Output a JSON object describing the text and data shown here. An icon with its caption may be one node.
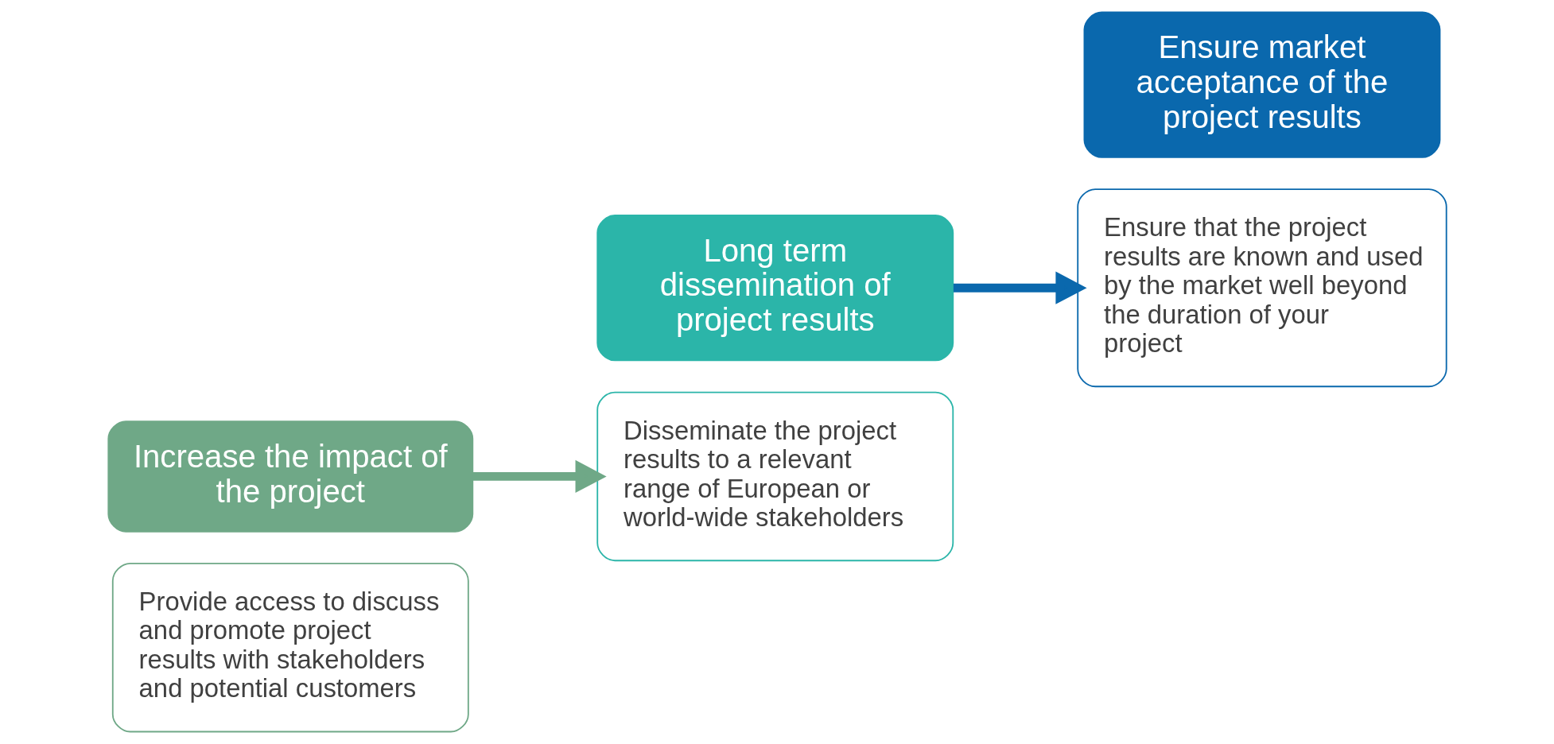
{
  "diagram": {
    "nodes": [
      {
        "text": [
          "Provide access to discuss and promote project results with stakeholders and potential customers"
        ]
      },
      {
        "text": [
          "Increase the impact of the project"
        ]
      },
      {
        "text": [
          "Disseminate the project results to a relevant range of European or world-wide stakeholders"
        ]
      },
      {
        "text": [
          "Long term dissemination of project results"
        ]
      },
      {
        "text": [
          "Ensure that the project results are known and used by the market well beyond the duration of your project"
        ]
      },
      {
        "text": [
          "Ensure market acceptance of the project results"
        ]
      }
    ],
    "edges": [
      {
        "from": 1,
        "to": 2,
        "arrow": "to",
        "color": "#6fa887"
      },
      {
        "from": 3,
        "to": 4,
        "arrow": "to",
        "color": "#0a68ad"
      }
    ]
  }
}
